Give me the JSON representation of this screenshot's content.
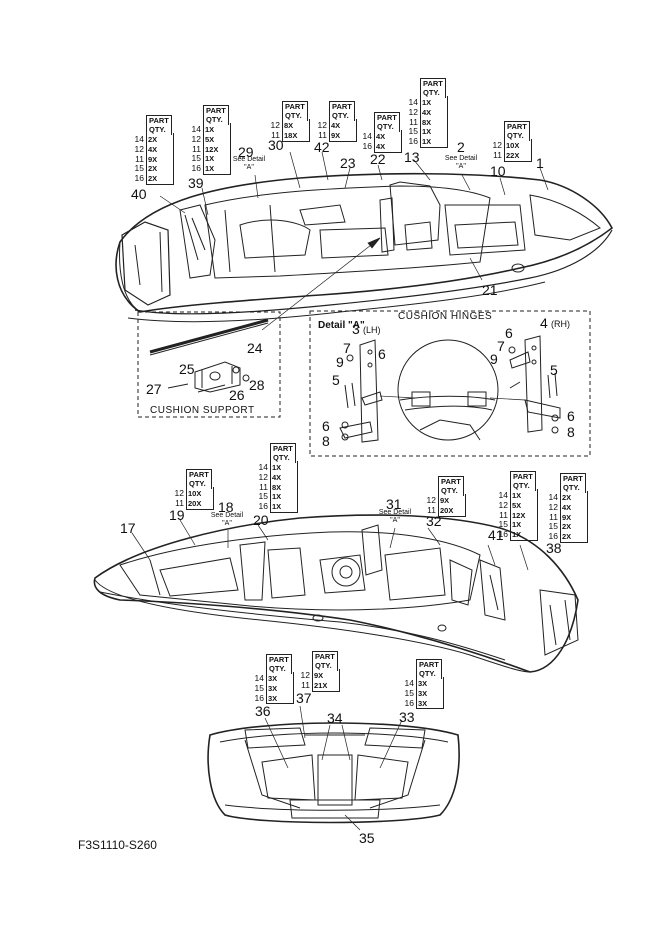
{
  "diagram_code": "F3S1110-S260",
  "part_qty_header": [
    "PART",
    "QTY."
  ],
  "callouts": {
    "c1": "1",
    "c2": "2",
    "c3": "3",
    "c4": "4",
    "c5a": "5",
    "c5b": "5",
    "c6a": "6",
    "c6b": "6",
    "c6c": "6",
    "c6d": "6",
    "c7a": "7",
    "c7b": "7",
    "c8a": "8",
    "c8b": "8",
    "c9a": "9",
    "c9b": "9",
    "c10": "10",
    "c13": "13",
    "c17": "17",
    "c18": "18",
    "c19": "19",
    "c20": "20",
    "c21": "21",
    "c22": "22",
    "c23": "23",
    "c24": "24",
    "c25": "25",
    "c26": "26",
    "c27": "27",
    "c28": "28",
    "c29": "29",
    "c30": "30",
    "c31": "31",
    "c32": "32",
    "c33": "33",
    "c34": "34",
    "c35": "35",
    "c36": "36",
    "c37": "37",
    "c38": "38",
    "c39": "39",
    "c40": "40",
    "c41": "41",
    "c42": "42"
  },
  "side_tags": {
    "lh": "(LH)",
    "rh": "(RH)"
  },
  "see_detail": {
    "line1": "See Detail",
    "line2": "\"A\""
  },
  "labels": {
    "cushion_support": "CUSHION SUPPORT",
    "cushion_hinges": "CUSHION HINGES",
    "detail_a": "Detail \"A\""
  },
  "qty_tables": {
    "t39": [
      [
        "14",
        "2X"
      ],
      [
        "12",
        "4X"
      ],
      [
        "11",
        "9X"
      ],
      [
        "15",
        "2X"
      ],
      [
        "16",
        "2X"
      ]
    ],
    "t40": [
      [
        "14",
        "1X"
      ],
      [
        "12",
        "5X"
      ],
      [
        "11",
        "12X"
      ],
      [
        "15",
        "1X"
      ],
      [
        "16",
        "1X"
      ]
    ],
    "t30": [
      [
        "12",
        "8X"
      ],
      [
        "11",
        "18X"
      ]
    ],
    "t42": [
      [
        "12",
        "4X"
      ],
      [
        "11",
        "9X"
      ]
    ],
    "t22": [
      [
        "14",
        "4X"
      ],
      [
        "16",
        "4X"
      ]
    ],
    "t13": [
      [
        "14",
        "1X"
      ],
      [
        "12",
        "4X"
      ],
      [
        "11",
        "8X"
      ],
      [
        "15",
        "1X"
      ],
      [
        "16",
        "1X"
      ]
    ],
    "t10": [
      [
        "12",
        "10X"
      ],
      [
        "11",
        "22X"
      ]
    ],
    "t20": [
      [
        "14",
        "1X"
      ],
      [
        "12",
        "4X"
      ],
      [
        "11",
        "8X"
      ],
      [
        "15",
        "1X"
      ],
      [
        "16",
        "1X"
      ]
    ],
    "t19": [
      [
        "12",
        "10X"
      ],
      [
        "11",
        "20X"
      ]
    ],
    "t31": [
      [
        "12",
        "9X"
      ],
      [
        "11",
        "20X"
      ]
    ],
    "t41": [
      [
        "14",
        "1X"
      ],
      [
        "12",
        "5X"
      ],
      [
        "11",
        "12X"
      ],
      [
        "15",
        "1X"
      ],
      [
        "16",
        "1X"
      ]
    ],
    "t38": [
      [
        "14",
        "2X"
      ],
      [
        "12",
        "4X"
      ],
      [
        "11",
        "9X"
      ],
      [
        "15",
        "2X"
      ],
      [
        "16",
        "2X"
      ]
    ],
    "t36": [
      [
        "14",
        "3X"
      ],
      [
        "15",
        "3X"
      ],
      [
        "16",
        "3X"
      ]
    ],
    "t37": [
      [
        "12",
        "9X"
      ],
      [
        "11",
        "21X"
      ]
    ],
    "t33": [
      [
        "14",
        "3X"
      ],
      [
        "15",
        "3X"
      ],
      [
        "16",
        "3X"
      ]
    ]
  }
}
